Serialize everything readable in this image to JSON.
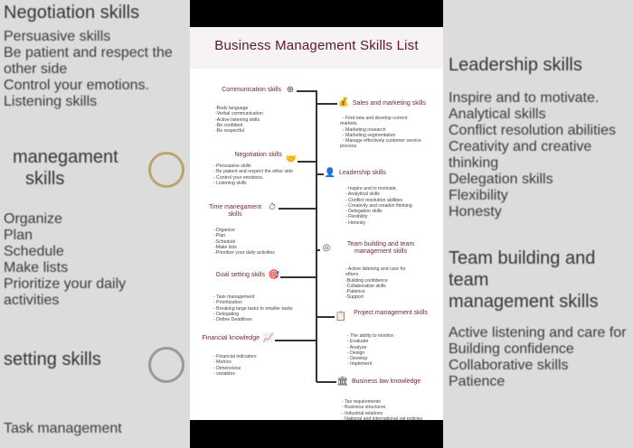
{
  "background": {
    "left": {
      "heading1": "Negotiation skills",
      "items1": [
        "Persuasive skills",
        "Be patient and respect the other side",
        "Control your emotions.",
        "Listening skills"
      ],
      "heading2a": "manegament",
      "heading2b": "skills",
      "items2": [
        "Organize",
        "Plan",
        "Schedule",
        "Make lists",
        "Prioritize your daily activities"
      ],
      "heading3": "setting skills",
      "items3": [
        "Task management"
      ]
    },
    "right": {
      "heading1": "Leadership skills",
      "items1": [
        "Inspire and to motivate.",
        "Analytical skills",
        "Conflict resolution abilities",
        "Creativity and creative thinking",
        "Delegation skills",
        "Flexibility",
        "Honesty"
      ],
      "heading2a": "Team building and team",
      "heading2b": "management skills",
      "items2": [
        "Active listening and care for",
        "Building confidence",
        "Collaborative skills",
        "Patience"
      ]
    }
  },
  "title": "Business Management Skills List",
  "accent_color": "#6b2a36",
  "sections": [
    {
      "label": "Communication skills",
      "icon": "crosshair-icon",
      "glyph": "⊕",
      "items": [
        "-Body language",
        "-Verbal communication",
        "-Active listening skills",
        "-Be confident",
        "-Be respectful"
      ]
    },
    {
      "label": "Sales and marketing skills",
      "icon": "money-bag-icon",
      "glyph": "💰",
      "items": [
        "  - Find new and develop current",
        "markets.",
        "  - Marketing research",
        "  - Marketing segmentation",
        "  - Manage effectively customer service",
        "process"
      ]
    },
    {
      "label": "Negotiation skills",
      "icon": "handshake-icon",
      "glyph": "🤝",
      "items": [
        "- Persuasive skills",
        "- Be patient and respect the other side",
        "- Control your emotions.",
        "- Listening skills"
      ]
    },
    {
      "label": "Leadership skills",
      "icon": "leader-icon",
      "glyph": "👤",
      "items": [
        "- Inspire and to motivate.",
        "- Analytical skills",
        "- Conflict resolution abilities",
        "- Creativity and creative thinking",
        "- Delegation skills",
        "- Flexibility",
        "- Honesty"
      ]
    },
    {
      "label": "Time manegament skills",
      "icon": "clock-icon",
      "glyph": "⏱",
      "items": [
        "-Organize",
        "-Plan",
        "-Schedule",
        "-Make lists",
        "-Prioritize your daily activities"
      ]
    },
    {
      "label": "Team building and team management skills",
      "icon": "target-icon",
      "glyph": "◎",
      "items": [
        "- Active listening and care for",
        "others",
        "-Building confidence",
        "-Collaborative skills",
        "-Patience",
        "-Support"
      ]
    },
    {
      "label": "Goal setting skills",
      "icon": "goal-target-icon",
      "glyph": "🎯",
      "items": [
        "- Task management",
        "- Prioritization",
        "- Breaking large tasks to smaller tasks",
        "- Delegating",
        "- Define Deadlines"
      ]
    },
    {
      "label": "Project management skills",
      "icon": "presenter-icon",
      "glyph": "📋",
      "items": [
        "- The ability to monitor",
        "- Evaluate",
        "- Analyze",
        "- Design",
        "- Develop",
        "- Implement"
      ]
    },
    {
      "label": "Financial knowledge",
      "icon": "chart-board-icon",
      "glyph": "📈",
      "items": [
        "- Financial indicators",
        "- Metrics",
        "- Dimensions",
        "- variables"
      ]
    },
    {
      "label": "Business law knowledge",
      "icon": "courthouse-icon",
      "glyph": "🏛",
      "items": [
        "- Tax requirements",
        "- Business structures",
        "- Industrial relations",
        "- National and international vat policies"
      ]
    }
  ]
}
